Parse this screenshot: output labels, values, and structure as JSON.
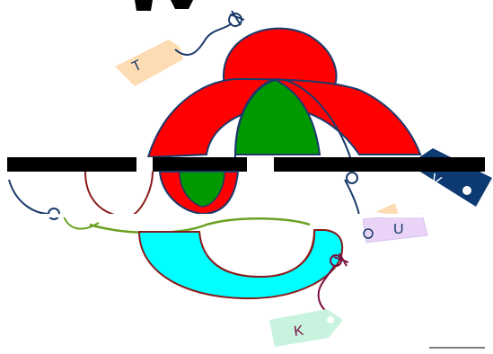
{
  "diagram": {
    "type": "venn-diagram",
    "labels": {
      "T": "T",
      "V": "V",
      "U": "U",
      "K": "K"
    },
    "colors": {
      "red": "#ff0000",
      "green": "#009900",
      "cyan": "#00ffff",
      "outline": "#1a3a6b",
      "dark_red": "#8b1a1a",
      "maroon": "#7a1040",
      "olive_green": "#6aa121",
      "black": "#000000",
      "navy": "#0e3a73",
      "tag_peach": "#fddcb3",
      "tag_mint": "#c7f3df",
      "tag_lavender": "#e9d4f7"
    },
    "icons": [
      "pin-icon",
      "pin-icon",
      "pin-icon",
      "pin-icon"
    ]
  }
}
